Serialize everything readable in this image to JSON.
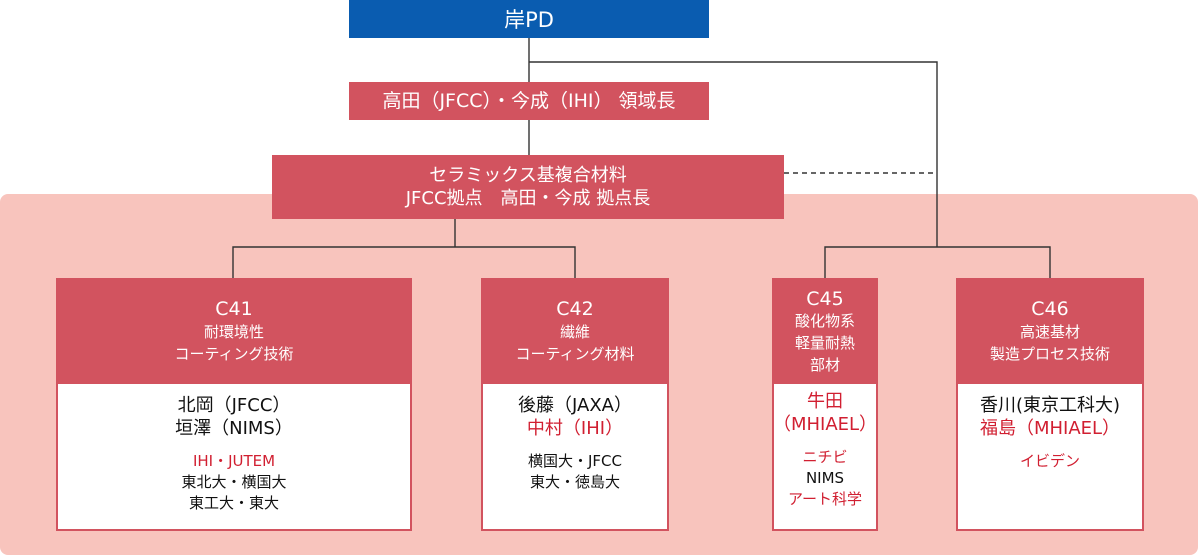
{
  "pd": {
    "label": "岸PD"
  },
  "domain_leader": {
    "label": "高田（JFCC）・今成（IHI） 領域長"
  },
  "base": {
    "line1": "セラミックス基複合材料",
    "line2": "JFCC拠点　高田・今成 拠点長"
  },
  "groups": [
    {
      "code": "C41",
      "title": [
        "耐環境性",
        "コーティング技術"
      ],
      "leaders": [
        {
          "text": "北岡（JFCC）",
          "red": false
        },
        {
          "text": "垣澤（NIMS）",
          "red": false
        }
      ],
      "orgs": [
        {
          "text": "IHI・JUTEM",
          "red": true
        },
        {
          "text": "東北大・横国大",
          "red": false
        },
        {
          "text": "東工大・東大",
          "red": false
        }
      ]
    },
    {
      "code": "C42",
      "title": [
        "繊維",
        "コーティング材料"
      ],
      "leaders": [
        {
          "text": "後藤（JAXA）",
          "red": false
        },
        {
          "text": "中村（IHI）",
          "red": true
        }
      ],
      "orgs": [
        {
          "text": "横国大・JFCC",
          "red": false
        },
        {
          "text": "東大・徳島大",
          "red": false
        }
      ]
    },
    {
      "code": "C45",
      "title": [
        "酸化物系",
        "軽量耐熱",
        "部材"
      ],
      "leaders": [
        {
          "text": "牛田",
          "red": true
        },
        {
          "text": "（MHIAEL）",
          "red": true
        }
      ],
      "orgs": [
        {
          "text": "ニチビ",
          "red": true
        },
        {
          "text": "NIMS",
          "red": false
        },
        {
          "text": "アート科学",
          "red": true
        }
      ]
    },
    {
      "code": "C46",
      "title": [
        "高速基材",
        "製造プロセス技術"
      ],
      "leaders": [
        {
          "text": "香川(東京工科大)",
          "red": false
        },
        {
          "text": "福島（MHIAEL）",
          "red": true
        }
      ],
      "orgs": [
        {
          "text": "イビデン",
          "red": true
        }
      ]
    }
  ],
  "colors": {
    "pd_blue": "#0a5cb0",
    "box_red": "#d2535f",
    "panel_pink": "#f8c4bd",
    "text_red": "#d11f31",
    "line": "#333333"
  }
}
